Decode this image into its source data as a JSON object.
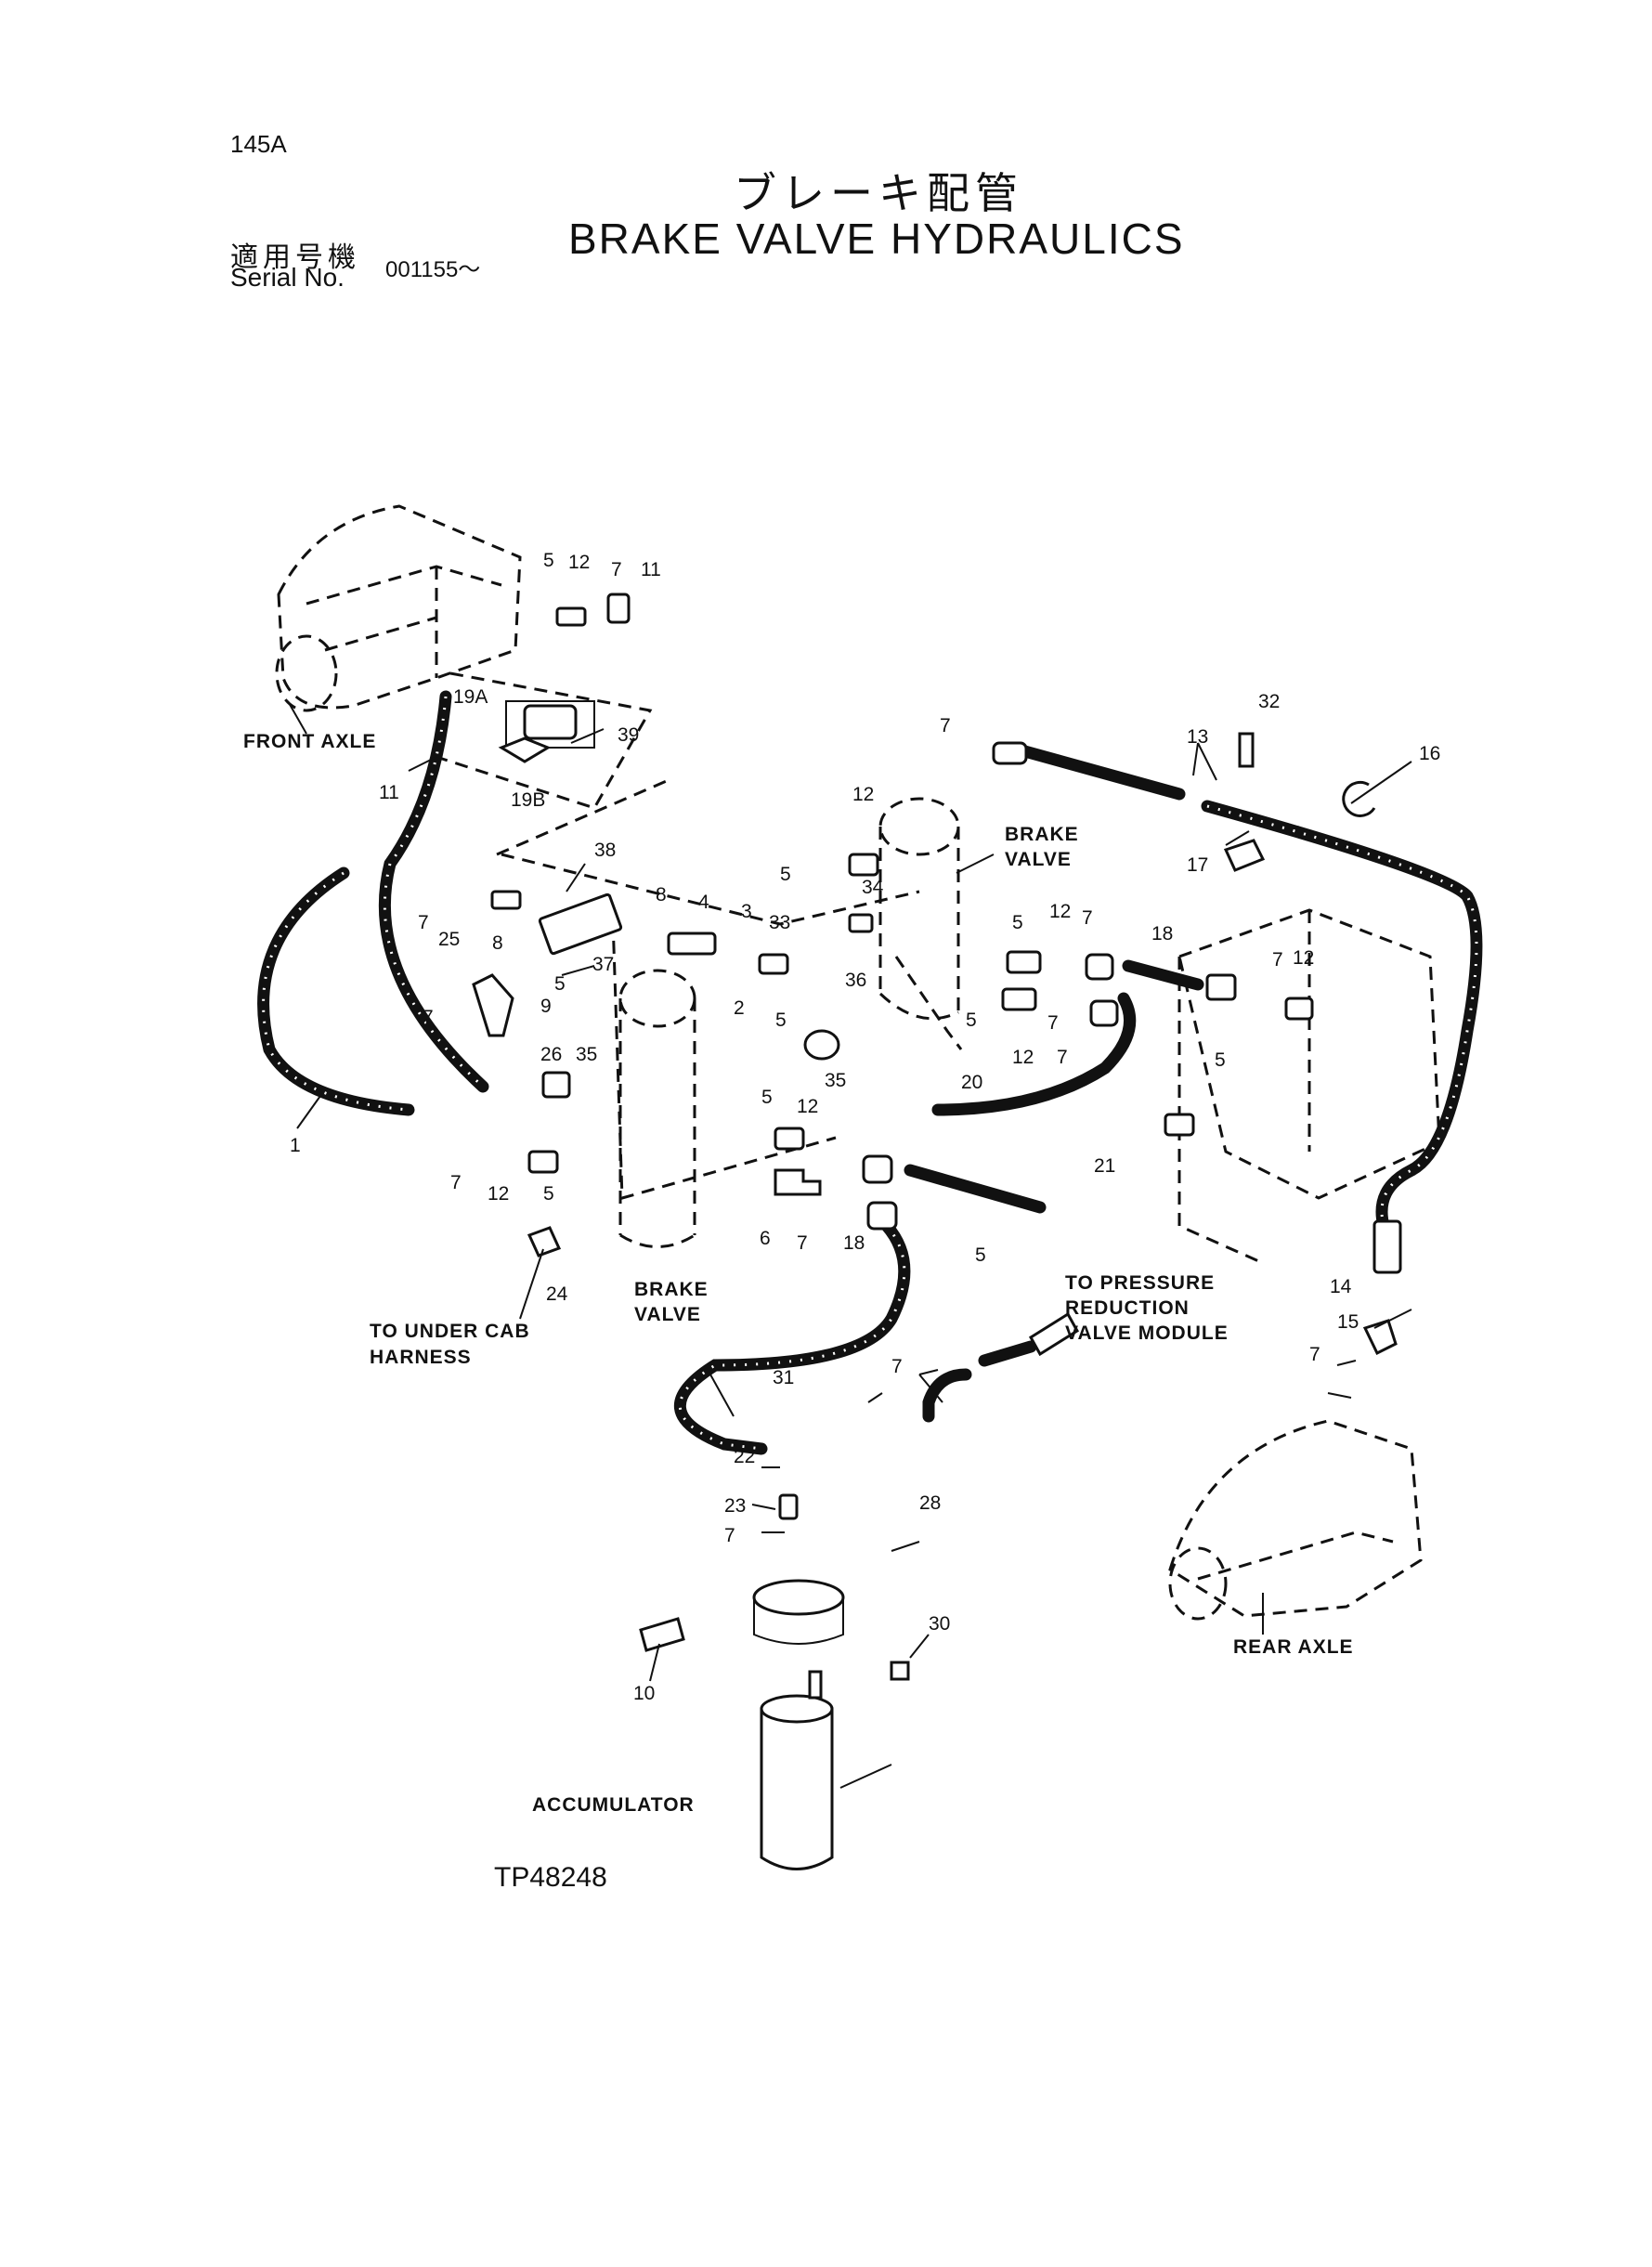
{
  "header": {
    "page_code": "145A",
    "title_jp": "ブレーキ配管",
    "title_en": "BRAKE VALVE HYDRAULICS",
    "serial_label_jp": "適用号機",
    "serial_label_en": "Serial No.",
    "serial_value": "001155～"
  },
  "captions": {
    "front_axle": "FRONT AXLE",
    "brake_valve_1": "BRAKE",
    "brake_valve_2": "VALVE",
    "brake_valve_b1": "BRAKE",
    "brake_valve_b2": "VALVE",
    "under_cab_1": "TO UNDER CAB",
    "under_cab_2": "HARNESS",
    "pressure_1": "TO PRESSURE",
    "pressure_2": "REDUCTION",
    "pressure_3": "VALVE MODULE",
    "rear_axle": "REAR AXLE",
    "accumulator": "ACCUMULATOR"
  },
  "drawing_number": "TP48248",
  "callouts": [
    "5",
    "12",
    "7",
    "11",
    "19A",
    "39",
    "19B",
    "11",
    "7",
    "32",
    "13",
    "16",
    "12",
    "BRAKE",
    "38",
    "5",
    "34",
    "17",
    "7",
    "25",
    "8",
    "8",
    "4",
    "3",
    "33",
    "5",
    "12",
    "7",
    "18",
    "37",
    "5",
    "9",
    "36",
    "7",
    "12",
    "7",
    "2",
    "5",
    "5",
    "7",
    "26",
    "35",
    "35",
    "5",
    "12",
    "7",
    "12",
    "20",
    "5",
    "1",
    "7",
    "12",
    "5",
    "6",
    "7",
    "18",
    "5",
    "21",
    "24",
    "31",
    "7",
    "14",
    "15",
    "7",
    "22",
    "23",
    "7",
    "28",
    "30",
    "10"
  ]
}
